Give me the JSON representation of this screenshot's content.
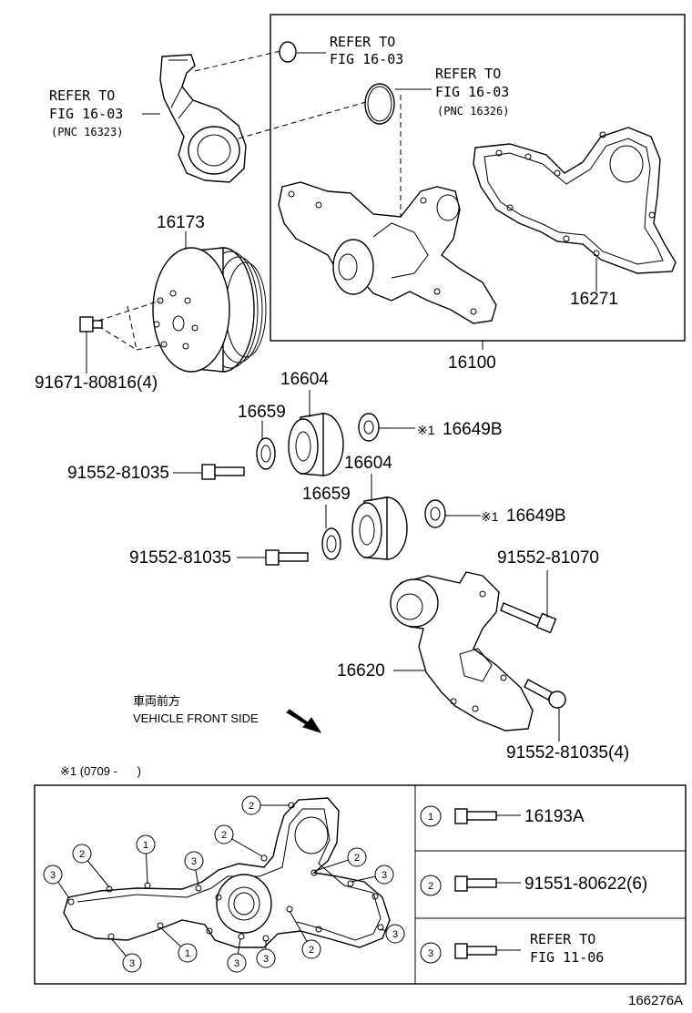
{
  "refs": {
    "oring_small": [
      "REFER TO",
      "FIG 16-03"
    ],
    "oring_large": [
      "REFER TO",
      "FIG 16-03",
      "(PNC 16326)"
    ],
    "pipe": [
      "REFER TO",
      "FIG 16-03",
      "(PNC 16323)"
    ]
  },
  "parts": {
    "pulley": "16173",
    "pulley_bolt": "91671-80816(4)",
    "water_pump": "16100",
    "gasket": "16271",
    "idler_upper": "16604",
    "idler_lower": "16604",
    "cover_plate_upper": "16659",
    "cover_plate_lower": "16659",
    "dust_cover_upper": "16649B",
    "dust_cover_lower": "16649B",
    "idler_bolt_upper": "91552-81035",
    "idler_bolt_lower": "91552-81035",
    "tensioner": "16620",
    "tensioner_bolt_top": "91552-81070",
    "tensioner_bolt_bottom": "91552-81035(4)"
  },
  "note_mark": "※1",
  "orientation": {
    "japanese": "車両前方",
    "english": "VEHICLE FRONT SIDE"
  },
  "footnote": "※1 (0709 -      )",
  "legend": [
    {
      "num": "1",
      "label": "16193A"
    },
    {
      "num": "2",
      "label": "91551-80622(6)"
    },
    {
      "num": "3",
      "label": "REFER TO",
      "label2": "FIG 11-06"
    }
  ],
  "diagram_id": "166276A"
}
